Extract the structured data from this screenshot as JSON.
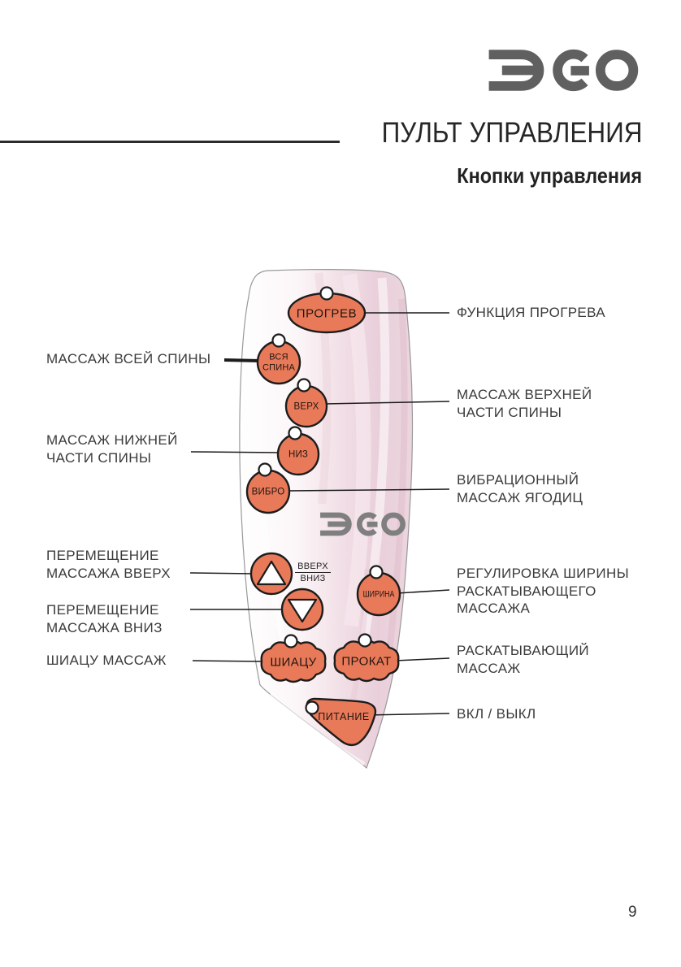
{
  "brand": {
    "logo_text": "ЭGO"
  },
  "header": {
    "title": "ПУЛЬТ УПРАВЛЕНИЯ",
    "subtitle": "Кнопки управления"
  },
  "remote": {
    "buttons": {
      "progrev": {
        "label": "ПРОГРЕВ"
      },
      "vsya_spina": {
        "line1": "ВСЯ",
        "line2": "СПИНА"
      },
      "verh": {
        "label": "ВЕРХ"
      },
      "niz": {
        "label": "НИЗ"
      },
      "vibro": {
        "label": "ВИБРО"
      },
      "up_down": {
        "up": "ВВЕРХ",
        "down": "ВНИЗ"
      },
      "shirina": {
        "label": "ШИРИНА"
      },
      "shiatsu": {
        "label": "ШИАЦУ"
      },
      "prokat": {
        "label": "ПРОКАТ"
      },
      "pitanie": {
        "label": "ПИТАНИЕ"
      }
    }
  },
  "callouts": {
    "left": [
      {
        "lines": [
          "МАССАЖ ВСЕЙ СПИНЫ"
        ]
      },
      {
        "lines": [
          "МАССАЖ НИЖНЕЙ",
          "ЧАСТИ СПИНЫ"
        ]
      },
      {
        "lines": [
          "ПЕРЕМЕЩЕНИЕ",
          "МАССАЖА ВВЕРХ"
        ]
      },
      {
        "lines": [
          "ПЕРЕМЕЩЕНИЕ",
          "МАССАЖА ВНИЗ"
        ]
      },
      {
        "lines": [
          "ШИАЦУ МАССАЖ"
        ]
      }
    ],
    "right": [
      {
        "lines": [
          "ФУНКЦИЯ ПРОГРЕВА"
        ]
      },
      {
        "lines": [
          "МАССАЖ ВЕРХНЕЙ",
          "ЧАСТИ СПИНЫ"
        ]
      },
      {
        "lines": [
          "ВИБРАЦИОННЫЙ",
          "МАССАЖ ЯГОДИЦ"
        ]
      },
      {
        "lines": [
          "РЕГУЛИРОВКА ШИРИНЫ",
          "РАСКАТЫВАЮЩЕГО",
          "МАССАЖА"
        ]
      },
      {
        "lines": [
          "РАСКАТЫВАЮЩИЙ",
          "МАССАЖ"
        ]
      },
      {
        "lines": [
          "ВКЛ / ВЫКЛ"
        ]
      }
    ]
  },
  "page_number": "9",
  "colors": {
    "button_fill": "#E87A59",
    "button_outline": "#1C1C1C",
    "led_fill": "#FFFFFF",
    "logo_gray": "#606060",
    "remote_logo_gray": "#7F7F7F",
    "label_text": "#3B3B3B",
    "remote_pink": "#ECD4DD"
  }
}
